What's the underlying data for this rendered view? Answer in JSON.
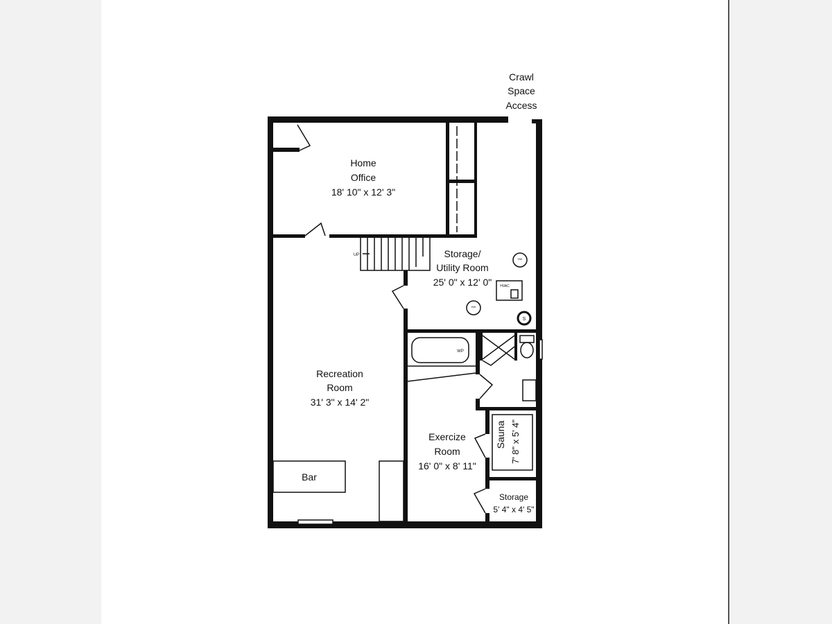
{
  "title": "Lower Level Floor Plan",
  "crawl_space": [
    "Crawl",
    "Space",
    "Access"
  ],
  "rooms": {
    "home_office": {
      "name": [
        "Home",
        "Office"
      ],
      "size": "18' 10\" x 12' 3\""
    },
    "utility": {
      "name": [
        "Storage/",
        "Utility Room"
      ],
      "size": "25' 0\" x 12' 0\""
    },
    "recreation": {
      "name": [
        "Recreation",
        "Room"
      ],
      "size": "31' 3\" x 14' 2\""
    },
    "exercise": {
      "name": [
        "Exercize",
        "Room"
      ],
      "size": "16' 0\" x 8' 11\""
    },
    "sauna": {
      "name": "Sauna",
      "size": "7' 8\" x 5' 4\""
    },
    "storage": {
      "name": "Storage",
      "size": "5' 4\" x 4' 5\""
    },
    "bar": {
      "name": "Bar"
    }
  },
  "fixtures": {
    "stairs": "UP",
    "water_heater": "HW",
    "hvac": "HVAC",
    "sump": "S",
    "tub": "WP"
  },
  "colors": {
    "wall": "#111111",
    "paper": "#ffffff",
    "margin": "#f2f2f2"
  }
}
